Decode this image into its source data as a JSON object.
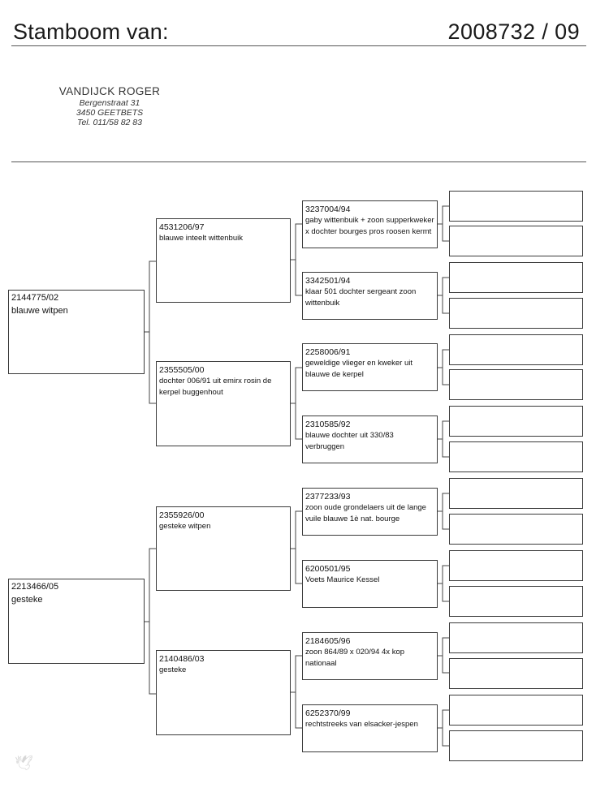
{
  "header": {
    "title": "Stamboom van:",
    "ring": "2008732 / 09"
  },
  "owner": {
    "name": "VANDIJCK ROGER",
    "street": "Bergenstraat 31",
    "city": "3450 GEETBETS",
    "phone": "Tel. 011/58 82 83"
  },
  "pedigree": {
    "father": {
      "ring": "2144775/02",
      "desc": "blauwe witpen",
      "father": {
        "ring": "4531206/97",
        "desc": "blauwe inteelt wittenbuik",
        "father": {
          "ring": "3237004/94",
          "desc": "gaby wittenbuik + zoon supperkweker x dochter bourges pros roosen kermt"
        },
        "mother": {
          "ring": "3342501/94",
          "desc": "klaar 501 dochter sergeant zoon wittenbuik"
        }
      },
      "mother": {
        "ring": "2355505/00",
        "desc": "dochter 006/91 uit emirx rosin de kerpel buggenhout",
        "father": {
          "ring": "2258006/91",
          "desc": "geweldige vlieger en kweker uit blauwe de kerpel"
        },
        "mother": {
          "ring": "2310585/92",
          "desc": "blauwe dochter uit 330/83 verbruggen"
        }
      }
    },
    "mother": {
      "ring": "2213466/05",
      "desc": "gesteke",
      "father": {
        "ring": "2355926/00",
        "desc": "gesteke witpen",
        "father": {
          "ring": "2377233/93",
          "desc": "zoon oude grondelaers uit de lange vuile blauwe 1è nat. bourge"
        },
        "mother": {
          "ring": "6200501/95",
          "desc": "Voets Maurice Kessel"
        }
      },
      "mother": {
        "ring": "2140486/03",
        "desc": "gesteke",
        "father": {
          "ring": "2184605/96",
          "desc": "zoon 864/89 x 020/94 4x kop nationaal"
        },
        "mother": {
          "ring": "6252370/99",
          "desc": "rechtstreeks van elsacker-jespen"
        }
      }
    }
  }
}
